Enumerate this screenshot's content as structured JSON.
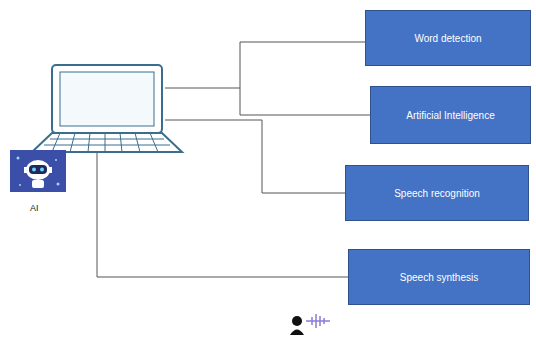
{
  "diagram": {
    "nodes": [
      {
        "text": [
          "Word detection"
        ]
      },
      {
        "text": [
          "Artificial Intelligence"
        ]
      },
      {
        "text": [
          "Speech recognition"
        ]
      },
      {
        "text": [
          "Speech synthesis"
        ]
      }
    ],
    "labels": [
      "AI"
    ]
  }
}
